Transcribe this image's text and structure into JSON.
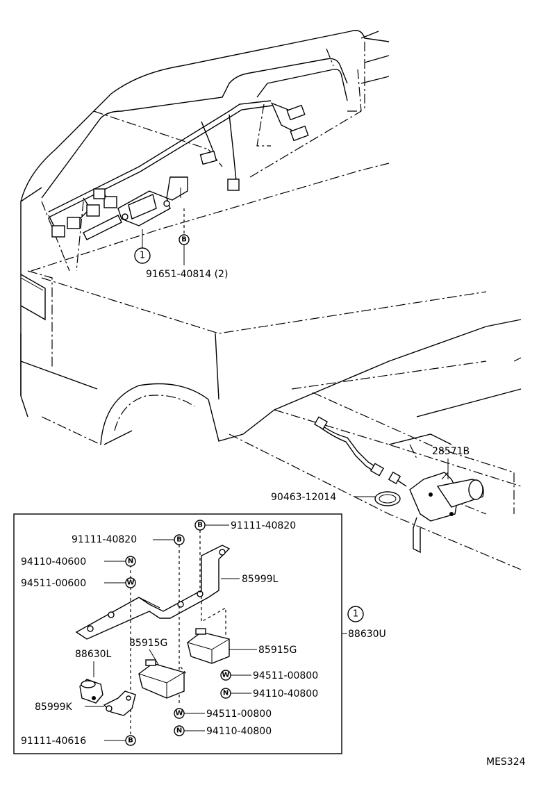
{
  "diagram_code": "MES324",
  "callouts": {
    "assembly_ref": "1",
    "bolt_symbol": "B",
    "nut_symbol": "N",
    "washer_symbol": "W"
  },
  "labels": {
    "bolt_bracket_upper": "91651-40814 (2)",
    "motor": "28571B",
    "clamp": "90463-12014",
    "bolt_top_right": "91111-40820",
    "bolt_top_left": "91111-40820",
    "nut_upper_left": "94110-40600",
    "washer_upper_left": "94511-00600",
    "bracket": "85999L",
    "assembly": "88630U",
    "relay_left": "85915G",
    "relay_right": "85915G",
    "switch": "88630L",
    "washer_right_upper": "94511-00800",
    "nut_right_upper": "94110-40800",
    "bracket_small": "85999K",
    "washer_lower": "94511-00800",
    "nut_lower": "94110-40800",
    "bolt_bottom": "91111-40616"
  }
}
